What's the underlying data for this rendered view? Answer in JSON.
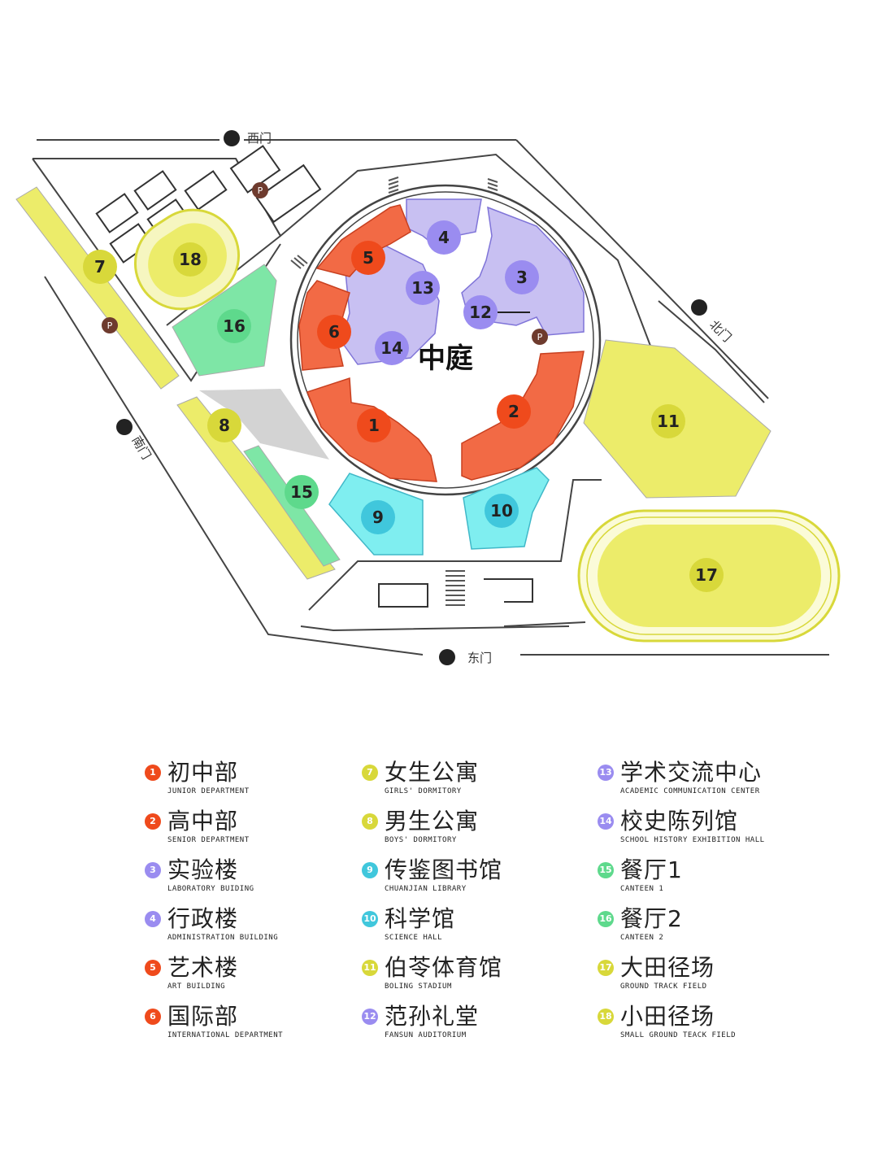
{
  "colors": {
    "orange": "#f26a45",
    "purple": "#c8c0f2",
    "purple_marker": "#9a8cf0",
    "yellow": "#ecec6a",
    "yellow_marker": "#d8d83a",
    "green": "#7ee6a6",
    "green_marker": "#5ed98c",
    "cyan": "#7feef0",
    "cyan_marker": "#40c7dc",
    "orange_marker": "#ef4a1c",
    "parking": "#6e3b2e",
    "gray": "#cfcfcf",
    "line": "#444444"
  },
  "map": {
    "courtyard_label": "中庭",
    "parking_label": "P",
    "gates": {
      "west": "西门",
      "north": "北门",
      "south": "南门",
      "east": "东门"
    },
    "markers": [
      "1",
      "2",
      "3",
      "4",
      "5",
      "6",
      "7",
      "8",
      "9",
      "10",
      "11",
      "12",
      "13",
      "14",
      "15",
      "16",
      "17",
      "18"
    ]
  },
  "legend": {
    "columns": [
      [
        {
          "num": "1",
          "cn": "初中部",
          "en": "JUNIOR DEPARTMENT",
          "color": "#ef4a1c"
        },
        {
          "num": "2",
          "cn": "高中部",
          "en": "SENIOR DEPARTMENT",
          "color": "#ef4a1c"
        },
        {
          "num": "3",
          "cn": "实验楼",
          "en": "LABORATORY BUIDING",
          "color": "#9a8cf0"
        },
        {
          "num": "4",
          "cn": "行政楼",
          "en": "ADMINISTRATION BUILDING",
          "color": "#9a8cf0"
        },
        {
          "num": "5",
          "cn": "艺术楼",
          "en": "ART BUILDING",
          "color": "#ef4a1c"
        },
        {
          "num": "6",
          "cn": "国际部",
          "en": "INTERNATIONAL DEPARTMENT",
          "color": "#ef4a1c"
        }
      ],
      [
        {
          "num": "7",
          "cn": "女生公寓",
          "en": "GIRLS' DORMITORY",
          "color": "#d8d83a"
        },
        {
          "num": "8",
          "cn": "男生公寓",
          "en": "BOYS' DORMITORY",
          "color": "#d8d83a"
        },
        {
          "num": "9",
          "cn": "传鉴图书馆",
          "en": "CHUANJIAN LIBRARY",
          "color": "#40c7dc"
        },
        {
          "num": "10",
          "cn": "科学馆",
          "en": "SCIENCE HALL",
          "color": "#40c7dc"
        },
        {
          "num": "11",
          "cn": "伯苓体育馆",
          "en": "BOLING STADIUM",
          "color": "#d8d83a"
        },
        {
          "num": "12",
          "cn": "范孙礼堂",
          "en": "FANSUN AUDITORIUM",
          "color": "#9a8cf0"
        }
      ],
      [
        {
          "num": "13",
          "cn": "学术交流中心",
          "en": "ACADEMIC COMMUNICATION CENTER",
          "color": "#9a8cf0"
        },
        {
          "num": "14",
          "cn": "校史陈列馆",
          "en": "SCHOOL HISTORY EXHIBITION HALL",
          "color": "#9a8cf0"
        },
        {
          "num": "15",
          "cn": "餐厅1",
          "en": "CANTEEN 1",
          "color": "#5ed98c"
        },
        {
          "num": "16",
          "cn": "餐厅2",
          "en": "CANTEEN 2",
          "color": "#5ed98c"
        },
        {
          "num": "17",
          "cn": "大田径场",
          "en": "GROUND TRACK FIELD",
          "color": "#d8d83a"
        },
        {
          "num": "18",
          "cn": "小田径场",
          "en": "SMALL GROUND TEACK FIELD",
          "color": "#d8d83a"
        }
      ]
    ]
  }
}
